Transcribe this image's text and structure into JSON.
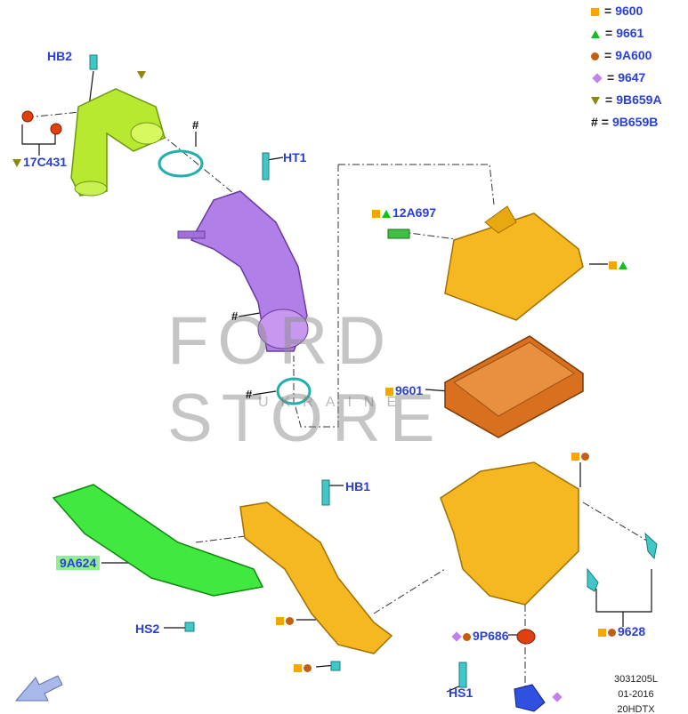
{
  "legend": [
    {
      "symbol": "square",
      "color": "#f5a700",
      "code": "9600"
    },
    {
      "symbol": "triangle",
      "color": "#10c020",
      "code": "9661"
    },
    {
      "symbol": "circle",
      "color": "#c06010",
      "code": "9A600"
    },
    {
      "symbol": "diamond",
      "color": "#c080f0",
      "code": "9647"
    },
    {
      "symbol": "triangle-down",
      "color": "#8a8a10",
      "code": "9B659A"
    },
    {
      "symbol": "hash",
      "color": "#111111",
      "code": "9B659B"
    }
  ],
  "labels": {
    "hb2": "HB2",
    "c17c431": "17C431",
    "ht1": "HT1",
    "c12a697": "12A697",
    "c9601": "9601",
    "hb1": "HB1",
    "c9a624": "9A624",
    "hs2": "HS2",
    "c9p686": "9P686",
    "c9628": "9628",
    "hs1": "HS1"
  },
  "hash": "#",
  "equals": "=",
  "watermark": {
    "main": "FORD STORE",
    "sub": "UKRAINE"
  },
  "footer": {
    "code": "3031205L",
    "date": "01-2016",
    "variant": "20HDTX"
  }
}
